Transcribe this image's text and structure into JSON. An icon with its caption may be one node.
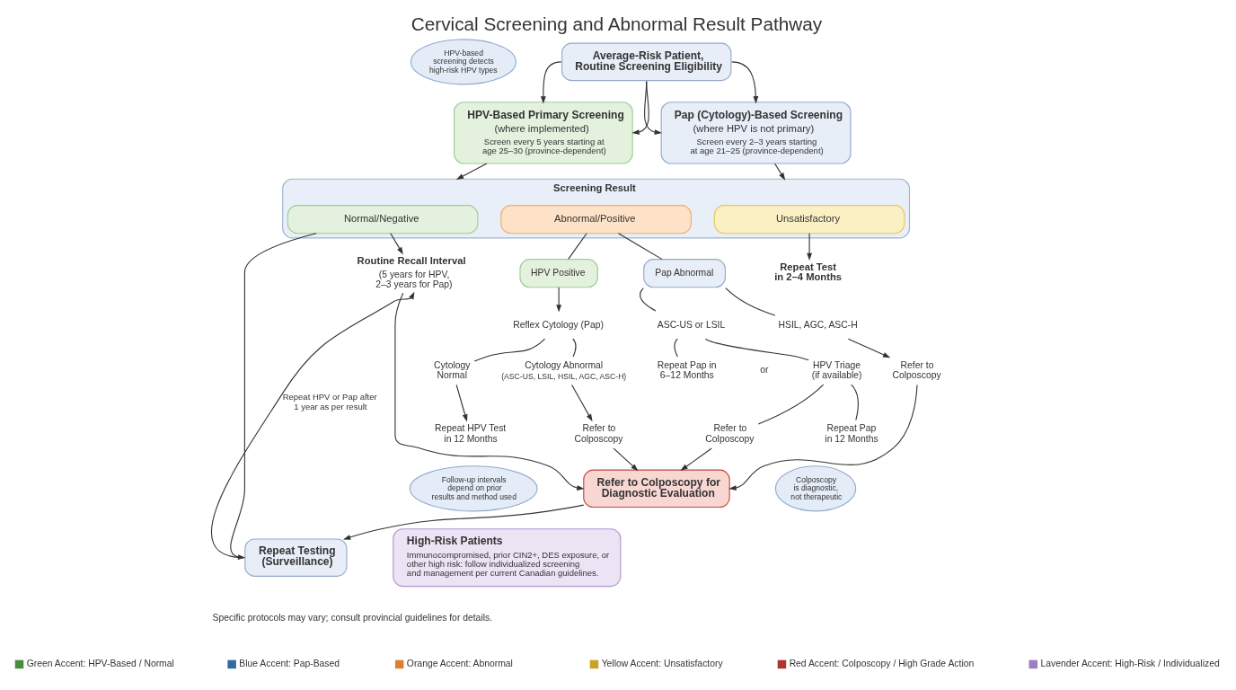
{
  "diagram": {
    "title": "Cervical Screening and Abnormal Result Pathway",
    "nodes": [
      {
        "text": [
          "Average-Risk Patient, Routine Screening Eligibility"
        ]
      },
      {
        "text": [
          "HPV-based screening detects high-risk HPV types"
        ]
      },
      {
        "text": [
          "HPV-Based Primary Screening",
          "(where implemented)",
          "Screen every 5 years starting at age 25–30 (province-dependent)"
        ]
      },
      {
        "text": [
          "Pap (Cytology)-Based Screening",
          "(where HPV is not primary)",
          "Screen every 2–3 years starting at age 21–25 (province-dependent)"
        ]
      },
      {
        "text": [
          "Screening Result"
        ]
      },
      {
        "text": [
          "Normal/Negative"
        ],
        "in": 4
      },
      {
        "text": [
          "Abnormal/Positive"
        ],
        "in": 4
      },
      {
        "text": [
          "Unsatisfactory"
        ],
        "in": 4
      },
      {
        "text": [
          "Routine Recall Interval",
          "(5 years for HPV, 2–3 years for Pap)"
        ]
      },
      {
        "text": [
          "HPV Positive"
        ]
      },
      {
        "text": [
          "Pap Abnormal"
        ]
      },
      {
        "text": [
          "Repeat Test in 2–4 Months"
        ]
      },
      {
        "text": [
          "Reflex Cytology (Pap)"
        ]
      },
      {
        "text": [
          "ASC-US or LSIL"
        ]
      },
      {
        "text": [
          "HSIL, AGC, ASC-H"
        ]
      },
      {
        "text": [
          "Cytology Normal"
        ]
      },
      {
        "text": [
          "Cytology Abnormal",
          "(ASC-US, LSIL, HSIL, AGC, ASC-H)"
        ]
      },
      {
        "text": [
          "Repeat Pap in 6–12 Months"
        ]
      },
      {
        "text": [
          "HPV Triage (if available)"
        ]
      },
      {
        "text": [
          "Refer to Colposcopy"
        ]
      },
      {
        "text": [
          "Repeat HPV Test in 12 Months"
        ]
      },
      {
        "text": [
          "Refer to Colposcopy"
        ]
      },
      {
        "text": [
          "Refer to Colposcopy"
        ]
      },
      {
        "text": [
          "Repeat Pap in 12 Months"
        ]
      },
      {
        "text": [
          "Refer to Colposcopy for Diagnostic Evaluation"
        ]
      },
      {
        "text": [
          "Follow-up intervals depend on prior results and method used"
        ]
      },
      {
        "text": [
          "Colposcopy is diagnostic, not therapeutic"
        ]
      },
      {
        "text": [
          "High-Risk Patients",
          "Immunocompromised, prior CIN2+, DES exposure, or other high risk: follow individualized screening and management per current Canadian guidelines."
        ]
      },
      {
        "text": [
          "Repeat Testing (Surveillance)"
        ]
      }
    ],
    "edges": [
      {
        "from": 0,
        "to": 2,
        "arrow": "to"
      },
      {
        "from": 0,
        "to": 3,
        "arrow": "to"
      },
      {
        "from": 0,
        "to": 2,
        "arrow": "to"
      },
      {
        "from": 0,
        "to": 3,
        "arrow": "to"
      },
      {
        "from": 2,
        "to": 4,
        "arrow": "to"
      },
      {
        "from": 3,
        "to": 4,
        "arrow": "to"
      },
      {
        "from": 5,
        "to": 8,
        "arrow": "to"
      },
      {
        "from": 6,
        "to": 9,
        "arrow": "none"
      },
      {
        "from": 6,
        "to": 10,
        "arrow": "none"
      },
      {
        "from": 7,
        "to": 11,
        "arrow": "to"
      },
      {
        "from": 9,
        "to": 12,
        "arrow": "to"
      },
      {
        "from": 10,
        "to": 13,
        "arrow": "none"
      },
      {
        "from": 10,
        "to": 14,
        "arrow": "none"
      },
      {
        "from": 12,
        "to": 15,
        "arrow": "none"
      },
      {
        "from": 12,
        "to": 16,
        "arrow": "none"
      },
      {
        "from": 13,
        "to": 17,
        "arrow": "none"
      },
      {
        "from": 13,
        "to": 18,
        "arrow": "none"
      },
      {
        "from": 14,
        "to": 19,
        "arrow": "to"
      },
      {
        "from": 15,
        "to": 20,
        "arrow": "to"
      },
      {
        "from": 16,
        "to": 21,
        "arrow": "to"
      },
      {
        "from": 18,
        "to": 22,
        "arrow": "none"
      },
      {
        "from": 18,
        "to": 23,
        "arrow": "none"
      },
      {
        "from": 21,
        "to": 24,
        "arrow": "to"
      },
      {
        "from": 22,
        "to": 24,
        "arrow": "to"
      },
      {
        "from": 19,
        "to": 24,
        "arrow": "to"
      },
      {
        "from": 8,
        "to": 24,
        "arrow": "to"
      },
      {
        "from": 24,
        "to": 28,
        "arrow": "to"
      },
      {
        "from": 28,
        "to": 8,
        "arrow": "to",
        "label": "Repeat HPV or Pap after 1 year as per result"
      },
      {
        "from": 5,
        "to": 28,
        "arrow": "to"
      }
    ],
    "labels": [
      "or",
      "Specific protocols may vary; consult provincial guidelines for details."
    ],
    "legend": [
      {
        "text": "Green Accent: HPV-Based / Normal",
        "color": "#4a8c3f"
      },
      {
        "text": "Blue Accent: Pap-Based",
        "color": "#2f6aa3"
      },
      {
        "text": "Orange Accent: Abnormal",
        "color": "#d9822b"
      },
      {
        "text": "Yellow Accent: Unsatisfactory",
        "color": "#c9a227"
      },
      {
        "text": "Red Accent: Colposcopy / High Grade Action",
        "color": "#b0352f"
      },
      {
        "text": "Lavender Accent: High-Risk / Individualized",
        "color": "#9a7fc2"
      }
    ]
  }
}
